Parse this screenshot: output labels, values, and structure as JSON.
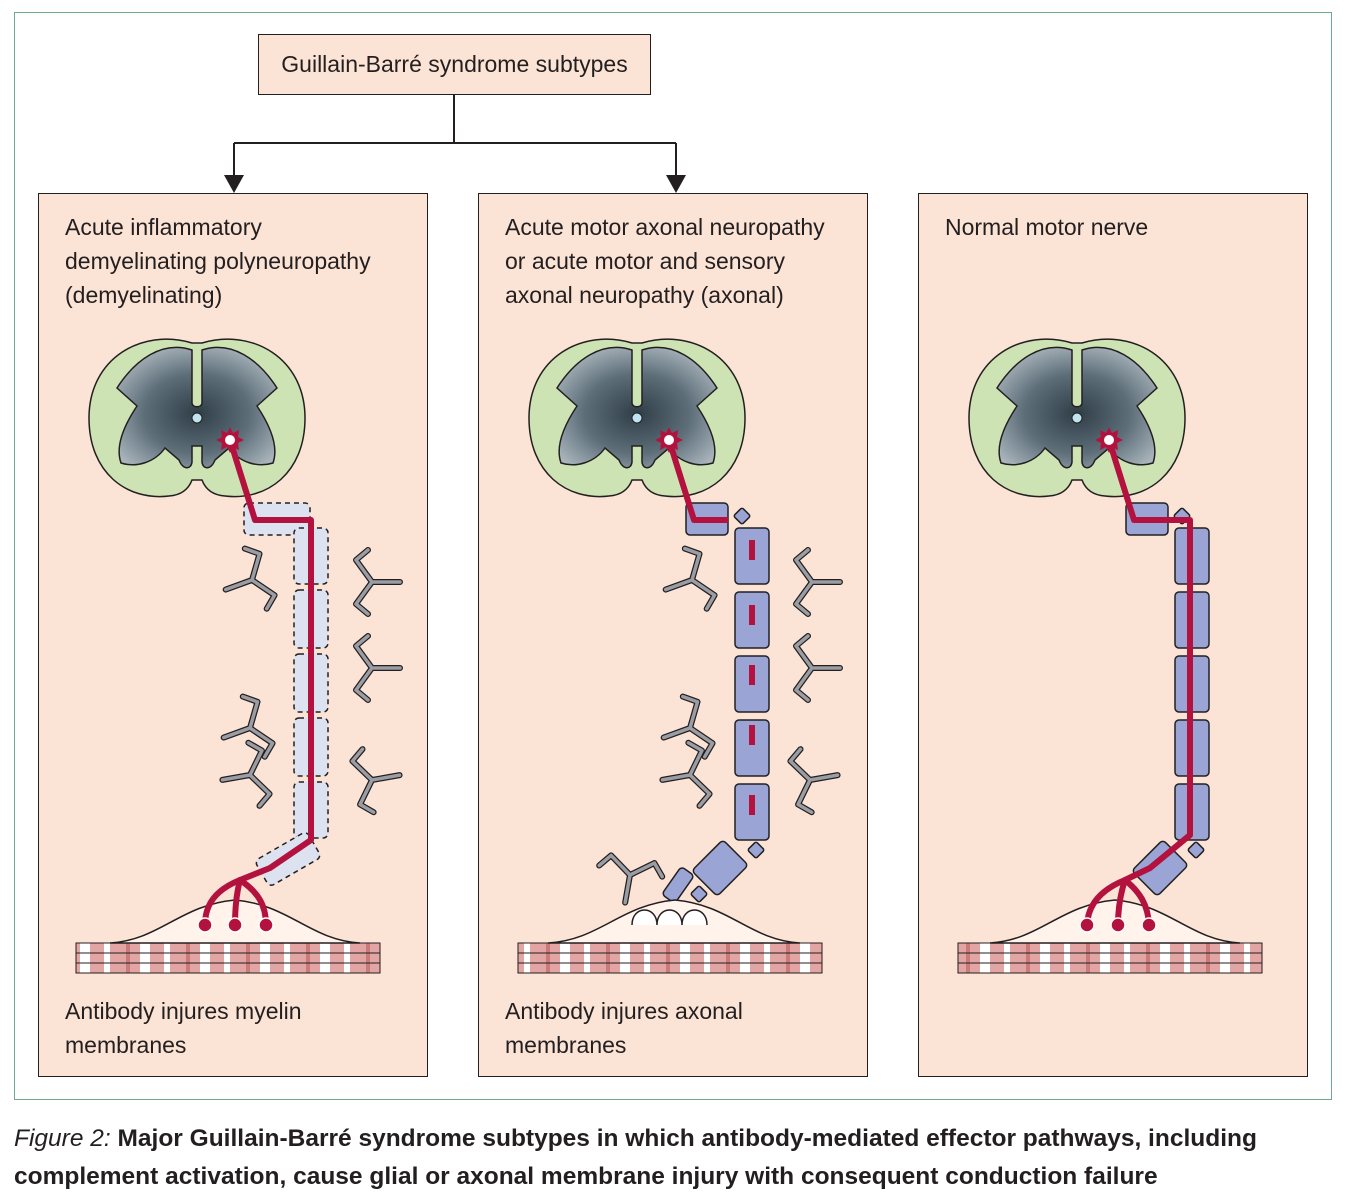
{
  "root": {
    "label": "Guillain-Barré syndrome subtypes"
  },
  "panels": [
    {
      "title": "Acute inflammatory\ndemyelinating polyneuropathy\n(demyelinating)",
      "caption": "Antibody injures myelin\nmembranes"
    },
    {
      "title": "Acute motor axonal neuropathy\nor acute motor and sensory\naxonal neuropathy (axonal)",
      "caption": "Antibody injures axonal\nmembranes"
    },
    {
      "title": "Normal motor nerve",
      "caption": ""
    }
  ],
  "caption": {
    "label": "Figure 2:",
    "text": " Major Guillain-Barré syndrome subtypes in which antibody-mediated effector pathways, including complement activation, cause glial or axonal membrane injury with consequent conduction failure"
  },
  "colors": {
    "panel_fill": "#fbe3d5",
    "axon": "#b3123f",
    "myelin": "#9aa5d6",
    "damaged_myelin": "#dde2f0",
    "white_matter": "#cde3b4",
    "grey_matter": "#6b7c88",
    "antibody": "#8a8e94",
    "frame": "#6fa88a"
  }
}
